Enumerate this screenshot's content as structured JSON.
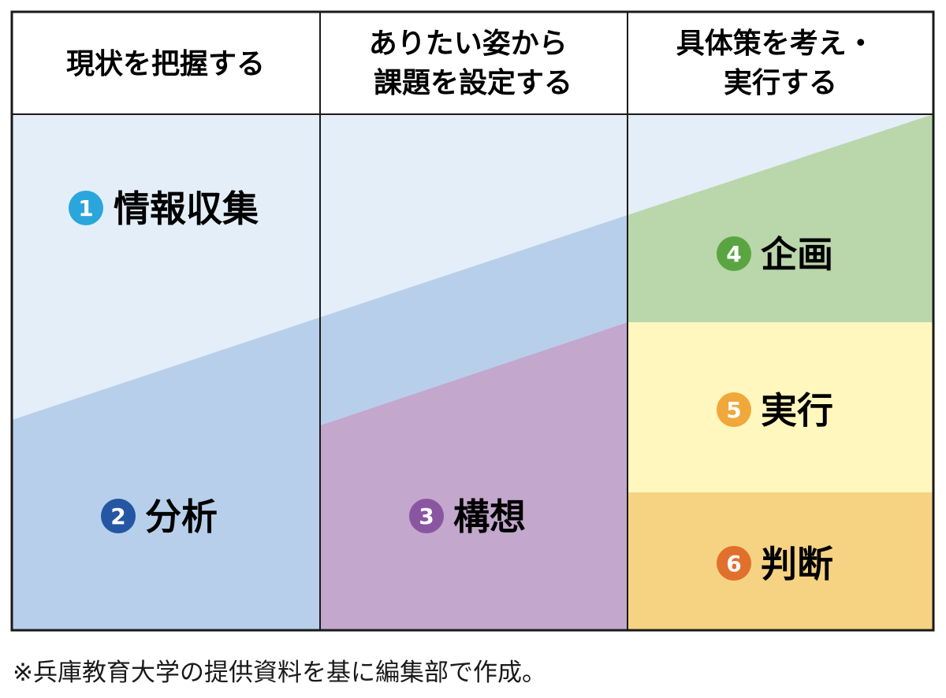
{
  "columns": [
    {
      "lines": [
        "現状を把握する"
      ]
    },
    {
      "lines": [
        "ありたい姿から",
        "課題を設定する"
      ]
    },
    {
      "lines": [
        "具体策を考え・",
        "実行する"
      ]
    }
  ],
  "stages": [
    {
      "number": "1",
      "label": "情報収集",
      "color": "#2aa6dc"
    },
    {
      "number": "2",
      "label": "分析",
      "color": "#2456a3"
    },
    {
      "number": "3",
      "label": "構想",
      "color": "#8a56a1"
    },
    {
      "number": "4",
      "label": "企画",
      "color": "#5aa542"
    },
    {
      "number": "5",
      "label": "実行",
      "color": "#f0a83a"
    },
    {
      "number": "6",
      "label": "判断",
      "color": "#e0702c"
    }
  ],
  "region_colors": {
    "info_collection": "#e4eef8",
    "analysis": "#b7cfea",
    "concept": "#c3a7cd",
    "planning": "#bad6ab",
    "execution": "#fff7bd",
    "judgement": "#f6d383"
  },
  "footnote": "※兵庫教育大学の提供資料を基に編集部で作成。"
}
